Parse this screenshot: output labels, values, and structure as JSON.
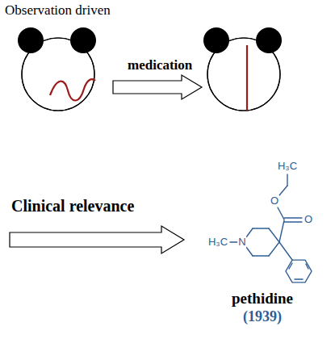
{
  "diagram": {
    "title": "Observation driven",
    "labels": [
      "medication",
      "Clinical relevance",
      "H₃C",
      "O",
      "O",
      "H₃C",
      "N",
      "pethidine",
      "(1939)"
    ]
  }
}
